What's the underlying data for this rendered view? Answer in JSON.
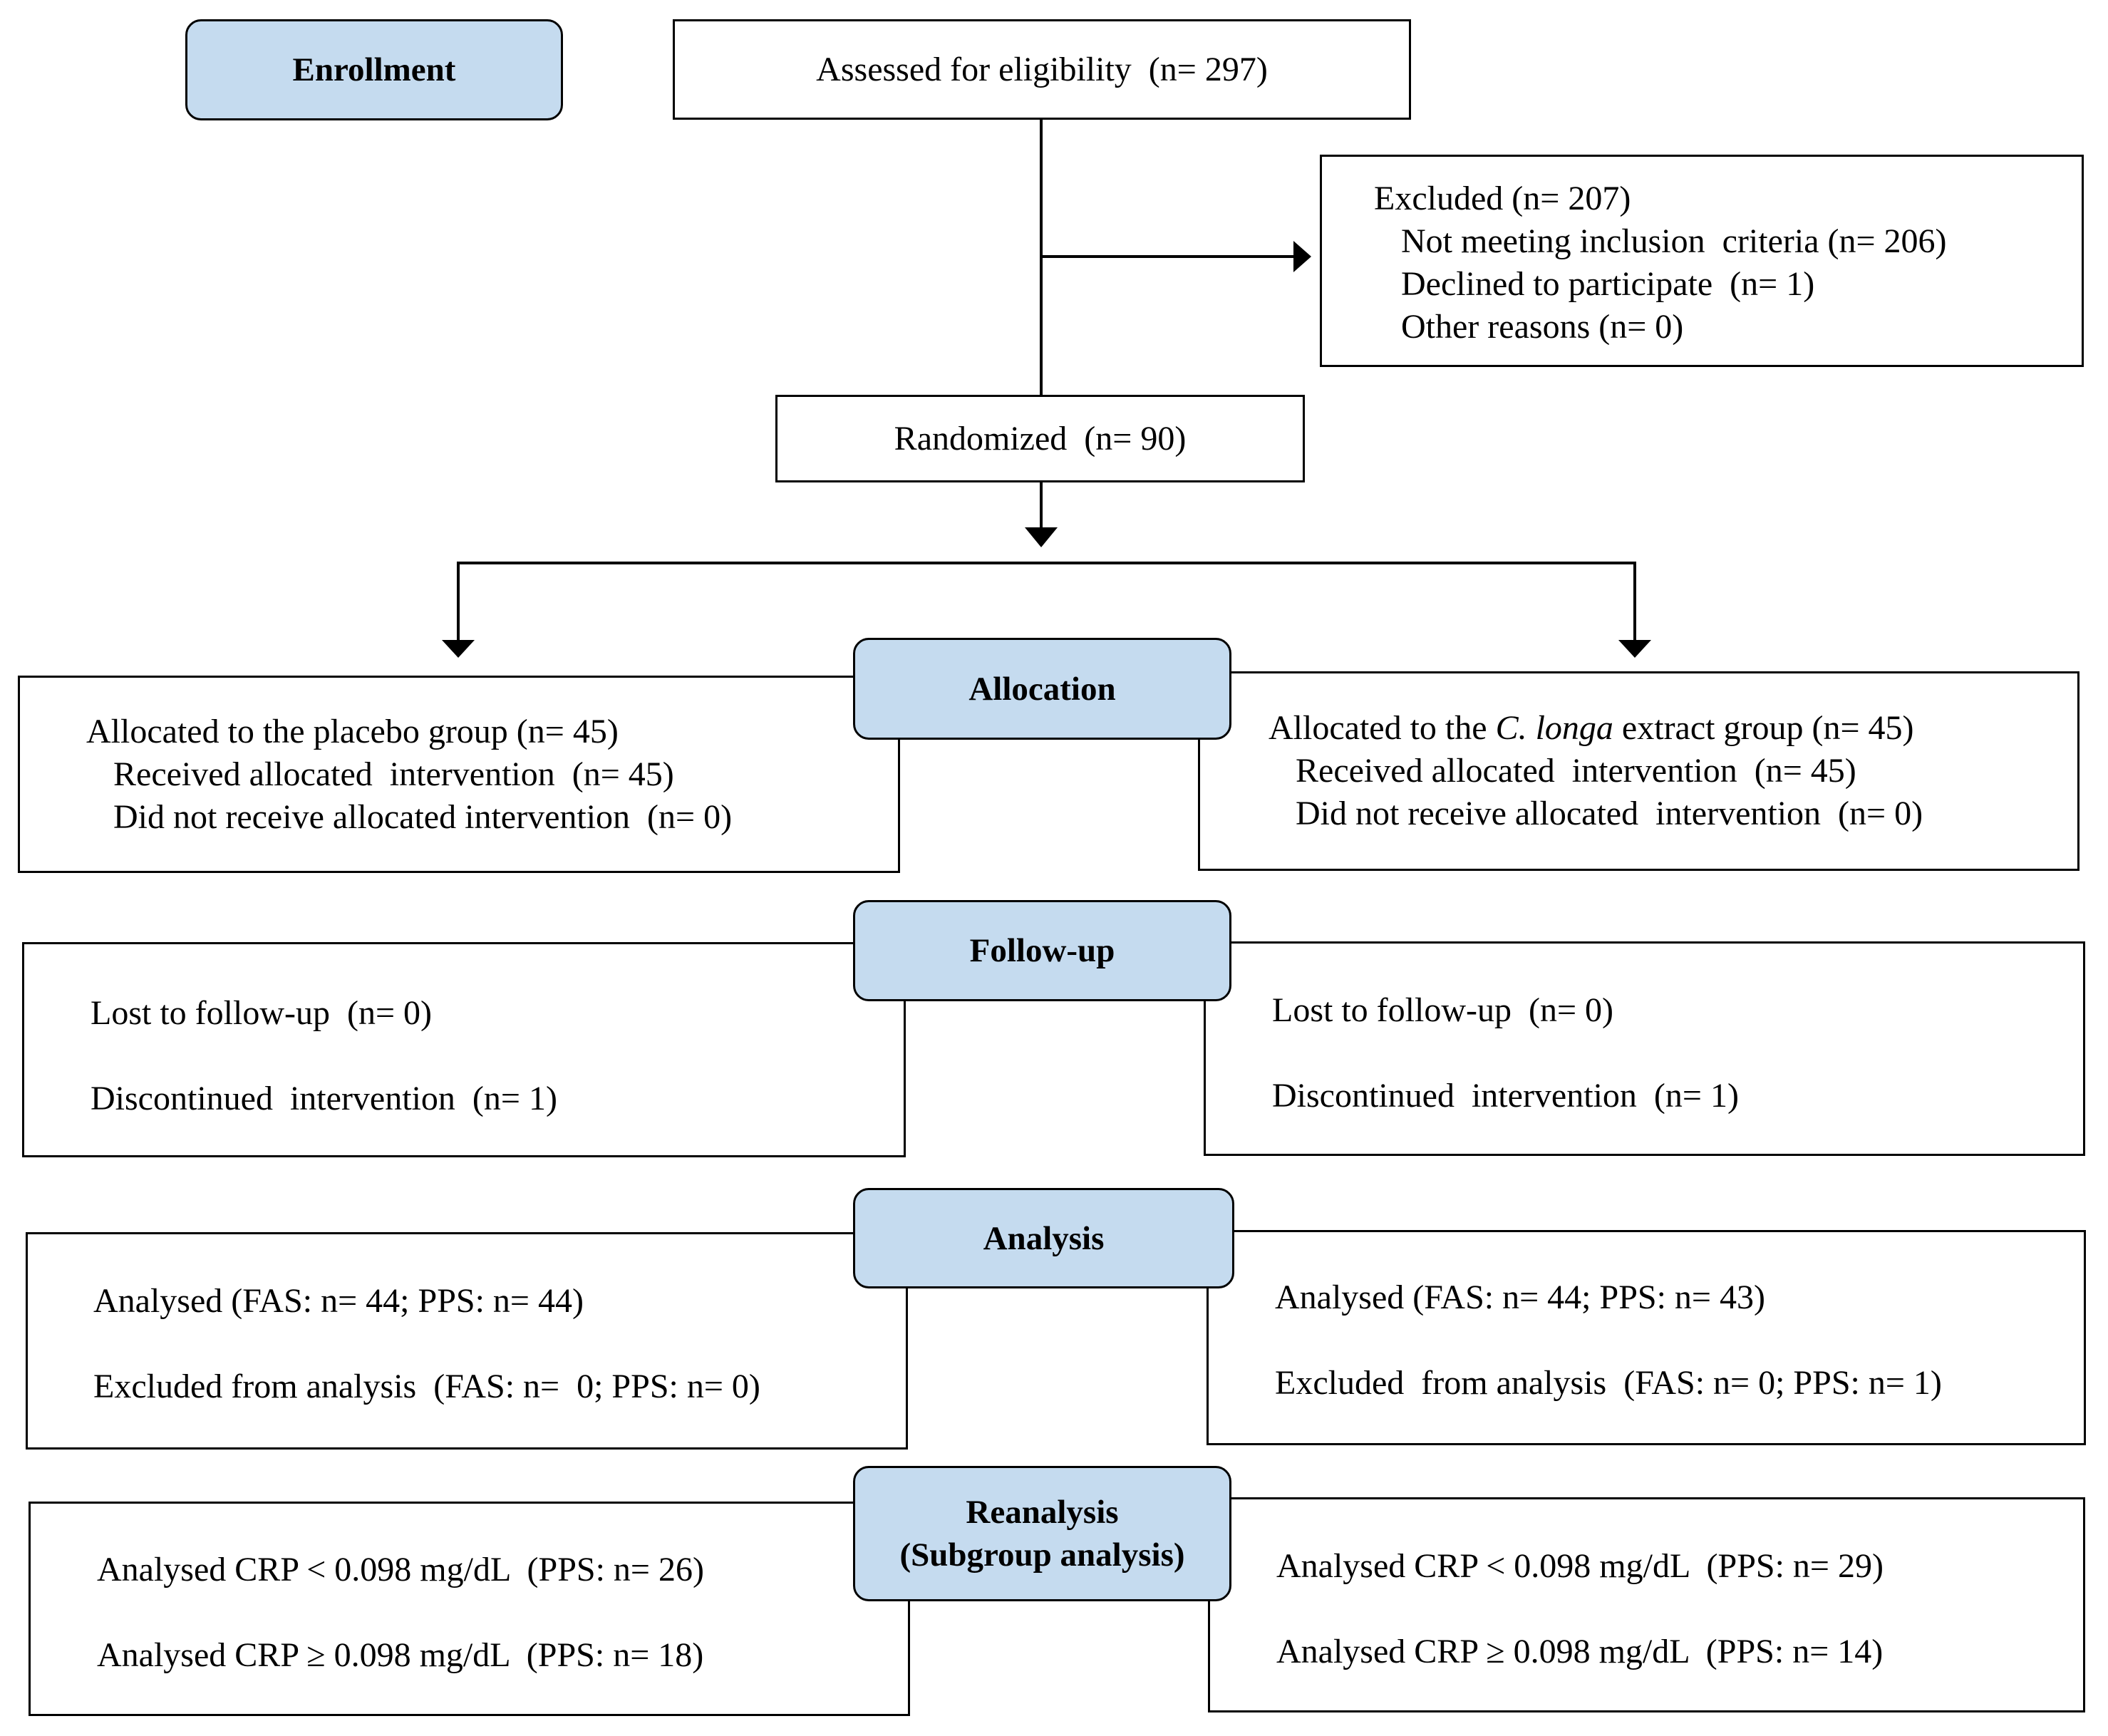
{
  "stages": {
    "enrollment": "Enrollment",
    "allocation": "Allocation",
    "followup": "Follow-up",
    "analysis": "Analysis",
    "reanalysis_line1": "Reanalysis",
    "reanalysis_line2": "(Subgroup analysis)"
  },
  "assessed": "Assessed for eligibility  (n= 297)",
  "excluded": {
    "title": "Excluded (n= 207)",
    "reasons": [
      "Not meeting inclusion  criteria (n= 206)",
      "Declined to participate  (n= 1)",
      "Other reasons (n= 0)"
    ]
  },
  "randomized": "Randomized  (n= 90)",
  "allocation": {
    "left": {
      "title": "Allocated to the placebo group (n= 45)",
      "received": "Received allocated  intervention  (n= 45)",
      "not_received": "Did not receive allocated intervention  (n= 0)"
    },
    "right": {
      "title_prefix": "Allocated to the ",
      "title_italic": "C. longa",
      "title_suffix": " extract group (n= 45)",
      "received": "Received allocated  intervention  (n= 45)",
      "not_received": "Did not receive allocated  intervention  (n= 0)"
    }
  },
  "followup": {
    "left": {
      "lost": "Lost to follow-up  (n= 0)",
      "discontinued": "Discontinued  intervention  (n= 1)"
    },
    "right": {
      "lost": "Lost to follow-up  (n= 0)",
      "discontinued": "Discontinued  intervention  (n= 1)"
    }
  },
  "analysis": {
    "left": {
      "analysed": "Analysed (FAS: n= 44; PPS: n= 44)",
      "excluded": "Excluded from analysis  (FAS: n=  0; PPS: n= 0)"
    },
    "right": {
      "analysed": "Analysed (FAS: n= 44; PPS: n= 43)",
      "excluded": "Excluded  from analysis  (FAS: n= 0; PPS: n= 1)"
    }
  },
  "reanalysis": {
    "left": {
      "low": "Analysed CRP < 0.098 mg/dL  (PPS: n= 26)",
      "high": "Analysed CRP ≥ 0.098 mg/dL  (PPS: n= 18)"
    },
    "right": {
      "low": "Analysed CRP < 0.098 mg/dL  (PPS: n= 29)",
      "high": "Analysed CRP ≥ 0.098 mg/dL  (PPS: n= 14)"
    }
  },
  "colors": {
    "stage_fill": "#c5dbef",
    "stroke": "#000000",
    "background": "#ffffff"
  }
}
